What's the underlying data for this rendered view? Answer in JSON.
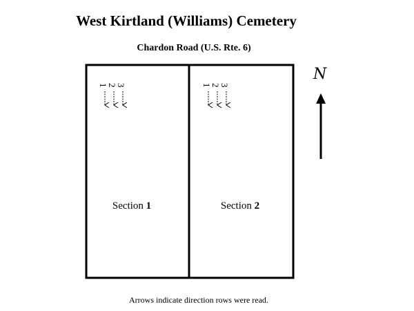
{
  "title": "West Kirtland (Williams) Cemetery",
  "road_label": "Chardon Road (U.S. Rte. 6)",
  "north_label": "N",
  "sections": [
    {
      "label": "Section",
      "number": "1",
      "rows": [
        "1",
        "2",
        "3"
      ]
    },
    {
      "label": "Section",
      "number": "2",
      "rows": [
        "1",
        "2",
        "3"
      ]
    }
  ],
  "footnote": "Arrows indicate direction rows were read."
}
